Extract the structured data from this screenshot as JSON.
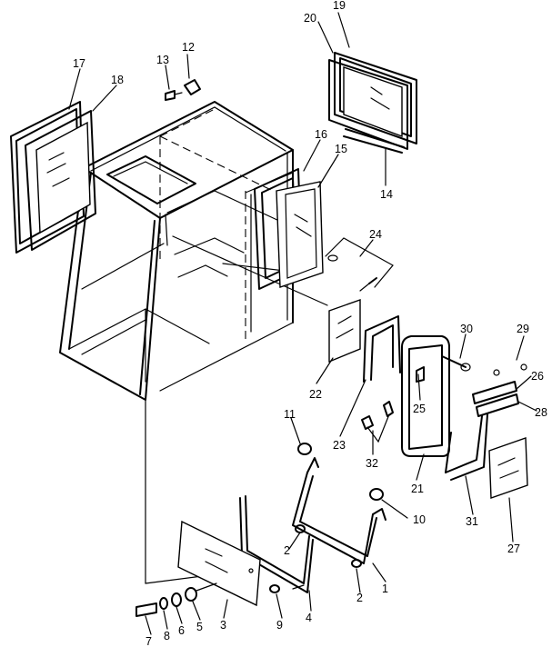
{
  "diagram": {
    "callouts": [
      {
        "id": "c1",
        "label": "1"
      },
      {
        "id": "c2a",
        "label": "2"
      },
      {
        "id": "c2b",
        "label": "2"
      },
      {
        "id": "c3",
        "label": "3"
      },
      {
        "id": "c4",
        "label": "4"
      },
      {
        "id": "c5",
        "label": "5"
      },
      {
        "id": "c6",
        "label": "6"
      },
      {
        "id": "c7",
        "label": "7"
      },
      {
        "id": "c8",
        "label": "8"
      },
      {
        "id": "c9",
        "label": "9"
      },
      {
        "id": "c10",
        "label": "10"
      },
      {
        "id": "c11",
        "label": "11"
      },
      {
        "id": "c12",
        "label": "12"
      },
      {
        "id": "c13",
        "label": "13"
      },
      {
        "id": "c14",
        "label": "14"
      },
      {
        "id": "c15",
        "label": "15"
      },
      {
        "id": "c16",
        "label": "16"
      },
      {
        "id": "c17",
        "label": "17"
      },
      {
        "id": "c18",
        "label": "18"
      },
      {
        "id": "c19",
        "label": "19"
      },
      {
        "id": "c20",
        "label": "20"
      },
      {
        "id": "c21",
        "label": "21"
      },
      {
        "id": "c22",
        "label": "22"
      },
      {
        "id": "c23",
        "label": "23"
      },
      {
        "id": "c24",
        "label": "24"
      },
      {
        "id": "c25",
        "label": "25"
      },
      {
        "id": "c26",
        "label": "26"
      },
      {
        "id": "c27",
        "label": "27"
      },
      {
        "id": "c28",
        "label": "28"
      },
      {
        "id": "c29",
        "label": "29"
      },
      {
        "id": "c30",
        "label": "30"
      },
      {
        "id": "c31",
        "label": "31"
      },
      {
        "id": "c32",
        "label": "32"
      }
    ]
  }
}
